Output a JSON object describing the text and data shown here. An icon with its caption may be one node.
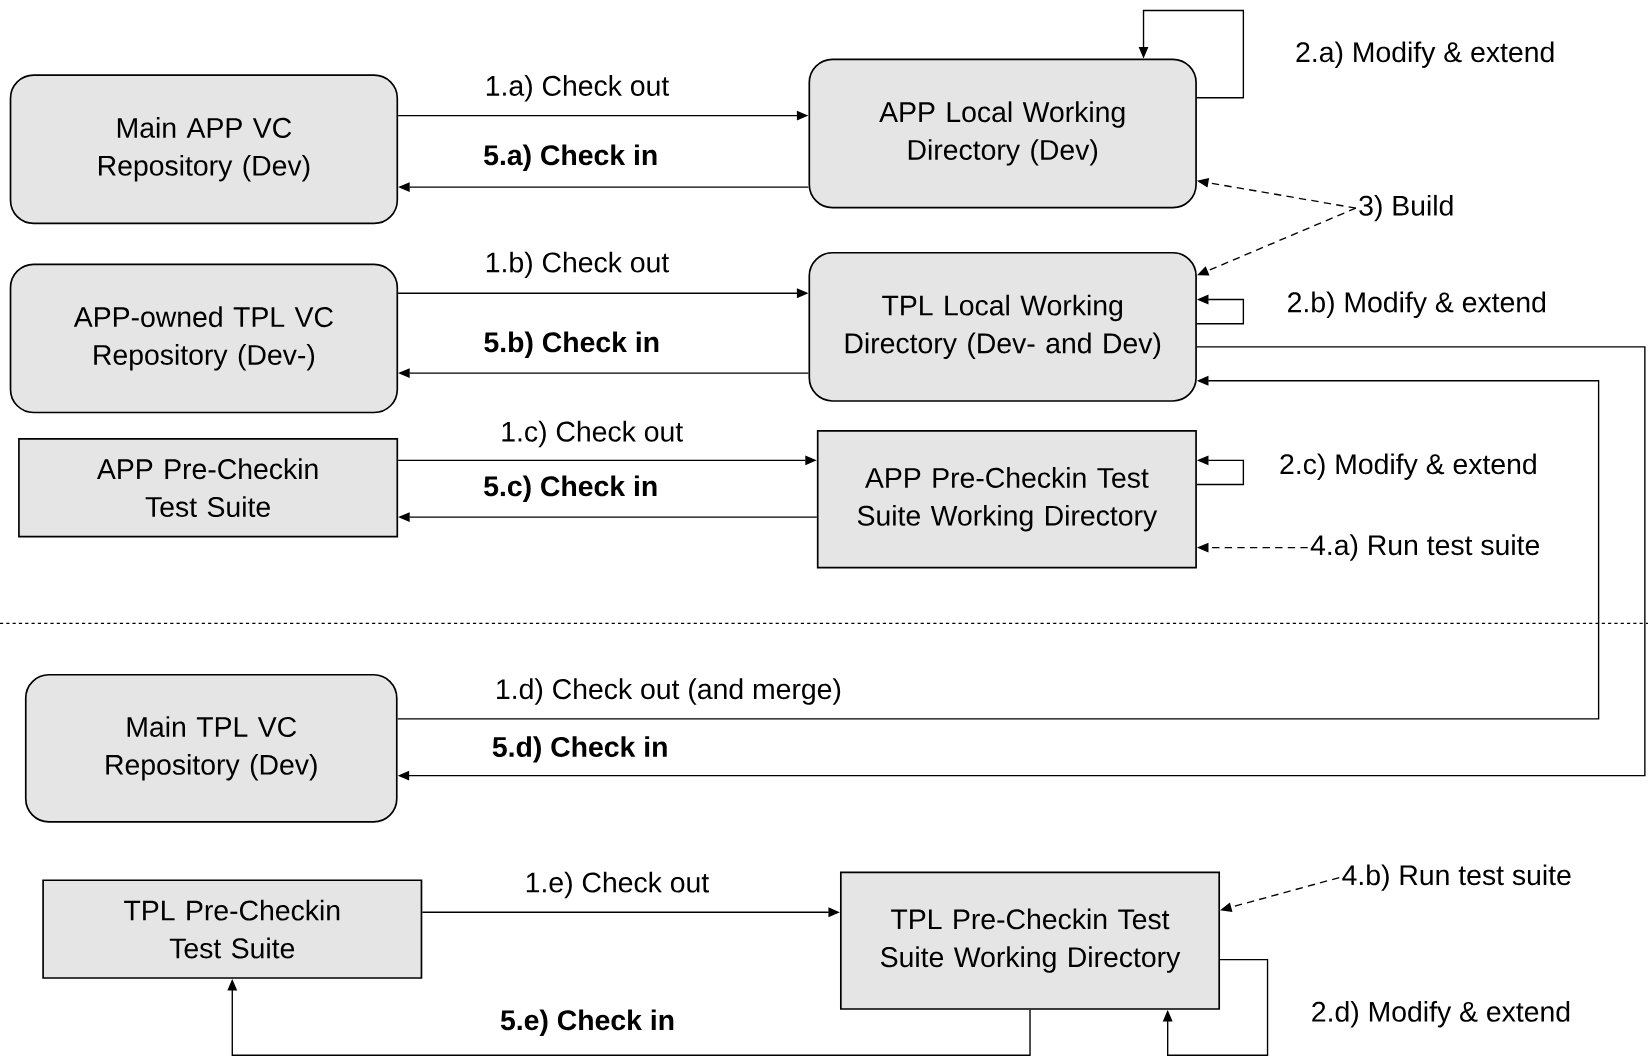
{
  "diagram": {
    "nodes": [
      {
        "text": [
          "Main APP VC Repository (Dev)"
        ]
      },
      {
        "text": [
          "APP Local Working Directory (Dev)"
        ]
      },
      {
        "text": [
          "APP-owned TPL VC Repository (Dev-)"
        ]
      },
      {
        "text": [
          "TPL Local Working Directory (Dev- and Dev)"
        ]
      },
      {
        "text": [
          "APP Pre-Checkin Test Suite"
        ]
      },
      {
        "text": [
          "APP Pre-Checkin Test Suite Working Directory"
        ]
      },
      {
        "text": [
          "Main TPL VC Repository (Dev)"
        ]
      },
      {
        "text": [
          "TPL Pre-Checkin Test Suite"
        ]
      },
      {
        "text": [
          "TPL Pre-Checkin Test Suite Working Directory"
        ]
      },
      {
        "text": [
          "3) Build"
        ]
      },
      {
        "text": [
          "4.a) Run test suite"
        ]
      },
      {
        "text": [
          "4.b) Run test suite"
        ]
      }
    ],
    "edges": [
      {
        "from": 0,
        "to": 1,
        "arrow": "to",
        "label": "1.a) Check out"
      },
      {
        "from": 1,
        "to": 0,
        "arrow": "to",
        "label": "**5.a) Check in**"
      },
      {
        "from": 1,
        "to": 1,
        "arrow": "to",
        "label": "2.a) Modify & extend"
      },
      {
        "from": 9,
        "to": 1,
        "arrow": "to",
        "style": "dashed"
      },
      {
        "from": 9,
        "to": 3,
        "arrow": "to",
        "style": "dashed"
      },
      {
        "from": 2,
        "to": 3,
        "arrow": "to",
        "label": "1.b) Check out"
      },
      {
        "from": 3,
        "to": 2,
        "arrow": "to",
        "label": "**5.b) Check in**"
      },
      {
        "from": 3,
        "to": 3,
        "arrow": "to",
        "label": "2.b) Modify & extend"
      },
      {
        "from": 4,
        "to": 5,
        "arrow": "to",
        "label": "1.c) Check out"
      },
      {
        "from": 5,
        "to": 4,
        "arrow": "to",
        "label": "**5.c) Check in**"
      },
      {
        "from": 5,
        "to": 5,
        "arrow": "to",
        "label": "2.c) Modify & extend"
      },
      {
        "from": 10,
        "to": 5,
        "arrow": "to",
        "style": "dashed"
      },
      {
        "from": 6,
        "to": 3,
        "arrow": "to",
        "label": "1.d) Check out (and merge)"
      },
      {
        "from": 3,
        "to": 6,
        "arrow": "to",
        "label": "**5.d) Check in**"
      },
      {
        "from": 7,
        "to": 8,
        "arrow": "to",
        "label": "1.e) Check out"
      },
      {
        "from": 8,
        "to": 7,
        "arrow": "to",
        "label": "**5.e) Check in**"
      },
      {
        "from": 8,
        "to": 8,
        "arrow": "to",
        "label": "2.d) Modify & extend"
      },
      {
        "from": 11,
        "to": 8,
        "arrow": "to",
        "style": "dashed"
      }
    ]
  }
}
